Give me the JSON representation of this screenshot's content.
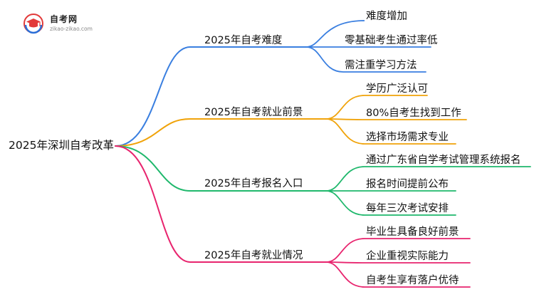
{
  "logo": {
    "title": "自考网",
    "url": "zikao-zikao.com"
  },
  "root": {
    "label": "2025年深圳自考改革"
  },
  "branches": [
    {
      "label": "2025年自考难度",
      "color": "#3a7fe0",
      "leaves": [
        "难度增加",
        "零基础考生通过率低",
        "需注重学习方法"
      ]
    },
    {
      "label": "2025年自考就业前景",
      "color": "#f0a30a",
      "leaves": [
        "学历广泛认可",
        "80%自考生找到工作",
        "选择市场需求专业"
      ]
    },
    {
      "label": "2025年自考报名入口",
      "color": "#1fb86c",
      "leaves": [
        "通过广东省自学考试管理系统报名",
        "报名时间提前公布",
        "每年三次考试安排"
      ]
    },
    {
      "label": "2025年自考就业情况",
      "color": "#e8246e",
      "leaves": [
        "毕业生具备良好前景",
        "企业重视实际能力",
        "自考生享有落户优待"
      ]
    }
  ]
}
